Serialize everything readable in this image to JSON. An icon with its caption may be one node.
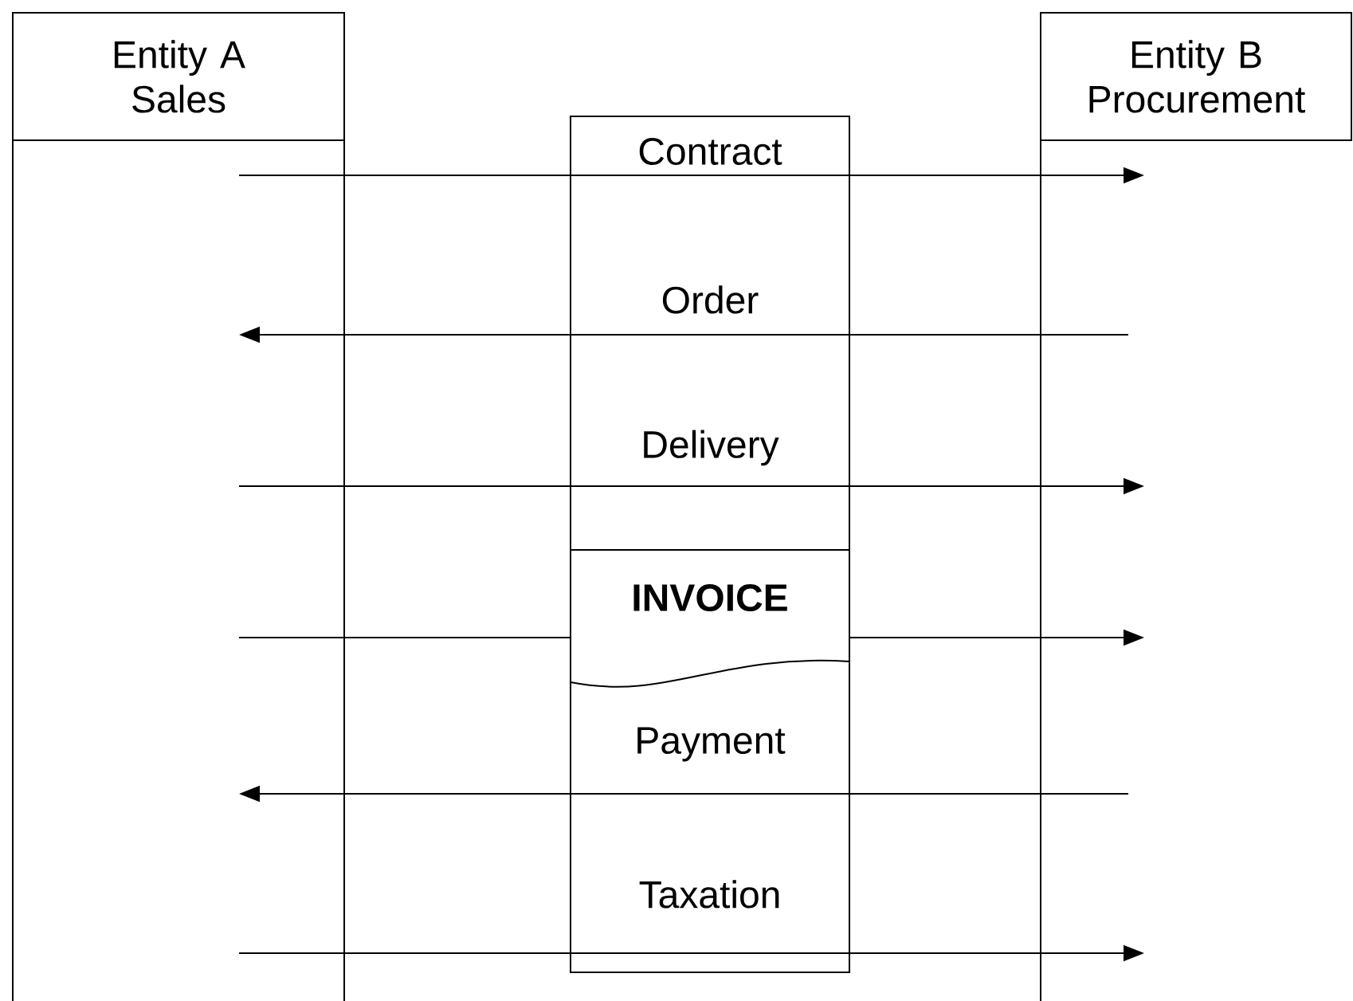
{
  "diagram": {
    "nodes": [
      {
        "text": [
          "Entity A Sales"
        ]
      },
      {
        "text": [
          "Entity B Procurement"
        ]
      },
      {
        "text": [],
        "shape": "box"
      },
      {
        "text": [
          "INVOICE"
        ],
        "in": 2
      }
    ],
    "edges": [
      {
        "from": 0,
        "to": 1,
        "arrow": "to",
        "label": "Contract"
      },
      {
        "from": 1,
        "to": 0,
        "arrow": "to",
        "label": "Order"
      },
      {
        "from": 0,
        "to": 1,
        "arrow": "to",
        "label": "Delivery"
      },
      {
        "from": 0,
        "to": 3,
        "arrow": "none"
      },
      {
        "from": 3,
        "to": 1,
        "arrow": "to"
      },
      {
        "from": 1,
        "to": 0,
        "arrow": "to",
        "label": "Payment"
      },
      {
        "from": 0,
        "to": 1,
        "arrow": "to",
        "label": "Taxation"
      }
    ]
  }
}
